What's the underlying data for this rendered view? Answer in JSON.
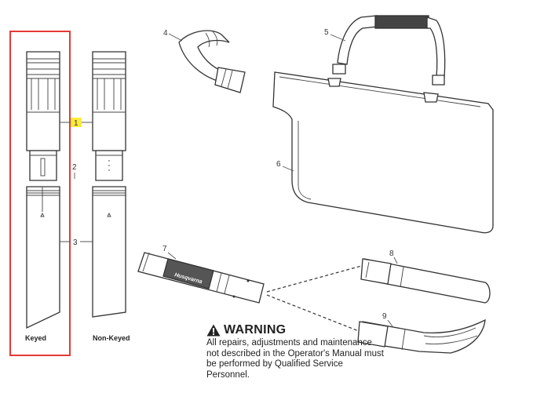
{
  "callouts": [
    "1",
    "2",
    "3",
    "4",
    "5",
    "6",
    "7",
    "8",
    "9"
  ],
  "captions": {
    "keyed": "Keyed",
    "non_keyed": "Non-Keyed"
  },
  "brand": "Husqvarna",
  "warning": {
    "title": "WARNING",
    "text": "All repairs, adjustments and maintenance not described in the Operator's Manual must be performed by Qualified Service Personnel."
  },
  "colors": {
    "highlight_box": "#e53935",
    "callout_highlight": "#ffeb3b",
    "line": "#333333"
  },
  "icons": {
    "warning": "warning-triangle-icon"
  }
}
